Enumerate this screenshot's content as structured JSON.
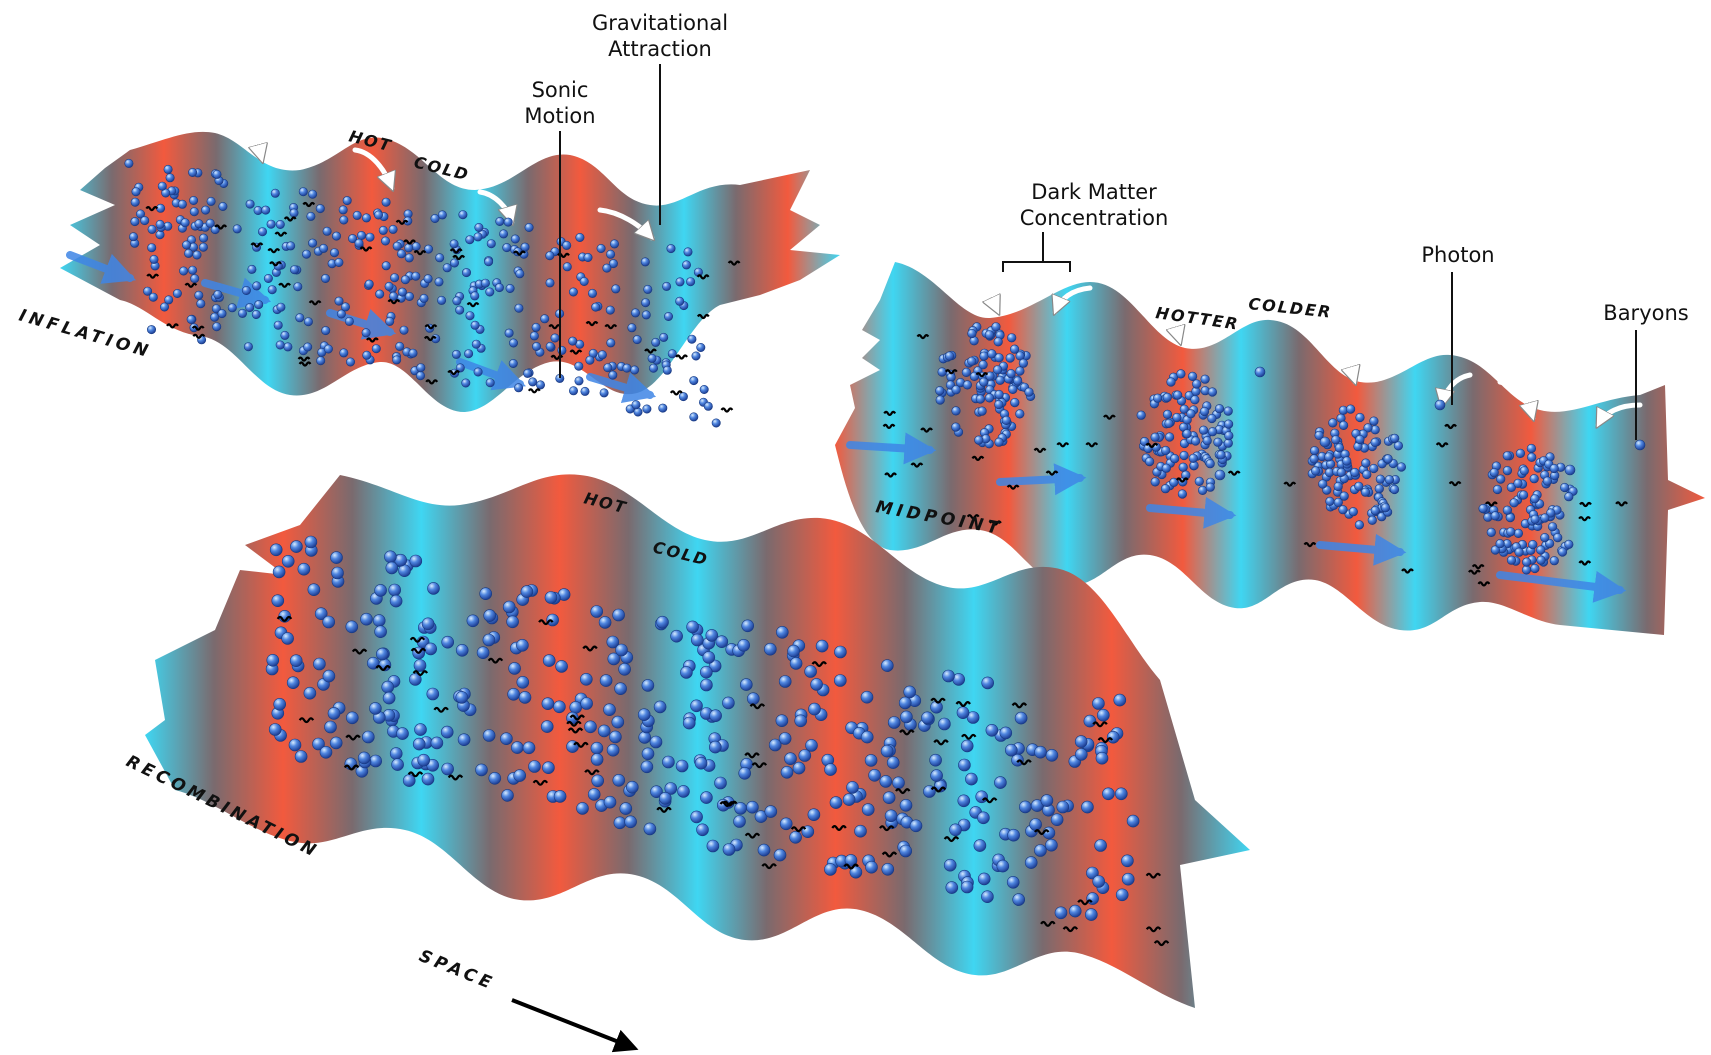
{
  "colors": {
    "hot": "#f25a3e",
    "cold": "#3fd6f2",
    "mid": "#7a6a6e",
    "baryon": "#3b6fd6",
    "baryon_highlight": "#bfe0ff",
    "flow_arrow": "#3f86e6",
    "gravity_arrow": "#ffffff"
  },
  "sheets": {
    "inflation": {
      "stage_label": "INFLATION",
      "temp_labels": {
        "hot": "HOT",
        "cold": "COLD"
      },
      "callouts": {
        "sonic_motion": [
          "Sonic",
          "Motion"
        ],
        "gravitational_attraction": [
          "Gravitational",
          "Attraction"
        ]
      }
    },
    "midpoint": {
      "stage_label": "MIDPOINT",
      "temp_labels": {
        "hot": "HOTTER",
        "cold": "COLDER"
      },
      "callouts": {
        "dark_matter": [
          "Dark Matter",
          "Concentration"
        ],
        "photon": "Photon",
        "baryons": "Baryons"
      }
    },
    "recombination": {
      "stage_label": "RECOMBINATION",
      "temp_labels": {
        "hot": "HOT",
        "cold": "COLD"
      }
    }
  },
  "space_label": "SPACE",
  "icons": [
    "baryon-sphere-icon",
    "photon-squiggle-icon",
    "flow-arrow-icon",
    "gravity-arrow-icon"
  ]
}
